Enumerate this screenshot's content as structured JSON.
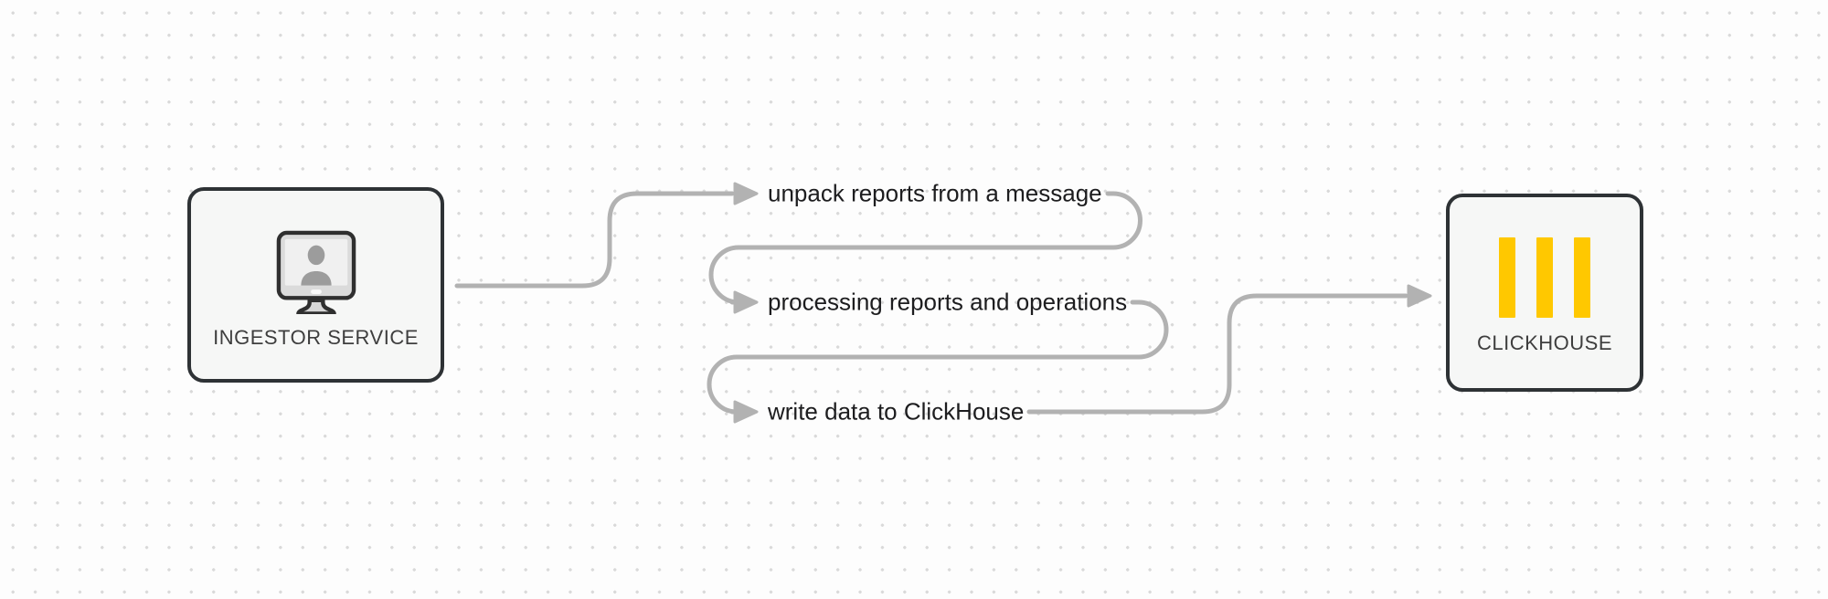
{
  "diagram": {
    "nodes": {
      "ingestor": {
        "label": "INGESTOR SERVICE",
        "icon": "monitor-user-icon"
      },
      "clickhouse": {
        "label": "CLICKHOUSE",
        "icon": "clickhouse-bars-icon"
      }
    },
    "steps": [
      {
        "label": "unpack reports from a message"
      },
      {
        "label": "processing reports and operations"
      },
      {
        "label": "write data to ClickHouse"
      }
    ],
    "colors": {
      "connector_gray": "#b2b2b2",
      "node_border": "#2e3235",
      "node_fill": "#f6f7f6",
      "clickhouse_yellow": "#ffc800",
      "step_text": "#1d1d1f",
      "node_label_text": "#3e3e3e",
      "dot_grid": "#d9d9d9",
      "background": "#fdfdfd"
    }
  }
}
